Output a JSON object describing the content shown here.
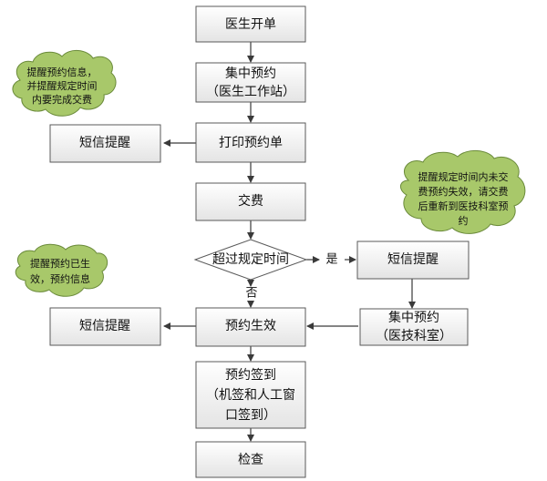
{
  "nodes": {
    "doctor_order": "医生开单",
    "central_booking_1": [
      "集中预约",
      "（医生工作站）"
    ],
    "print_slip": "打印预约单",
    "sms_left_1": "短信提醒",
    "payment": "交费",
    "timeout_decision": "超过规定时间",
    "sms_right": "短信提醒",
    "central_booking_2": [
      "集中预约",
      "（医技科室）"
    ],
    "booking_effective": "预约生效",
    "sms_left_2": "短信提醒",
    "checkin": [
      "预约签到",
      "（机签和人工窗",
      "口签到）"
    ],
    "exam": "检查"
  },
  "edge_labels": {
    "yes": "是",
    "no": "否"
  },
  "notes": {
    "note_1": [
      "提醒预约信息，",
      "并提醒规定时间",
      "内要完成交费"
    ],
    "note_2": [
      "提醒规定时间内未交",
      "费预约失效，请交费",
      "后重新到医技科室预",
      "约"
    ],
    "note_3": [
      "提醒预约已生",
      "效，预约信息"
    ]
  },
  "colors": {
    "note_fill": "#a8c86a",
    "box_fill_top": "#ffffff",
    "box_fill_bottom": "#e6e6e6"
  }
}
